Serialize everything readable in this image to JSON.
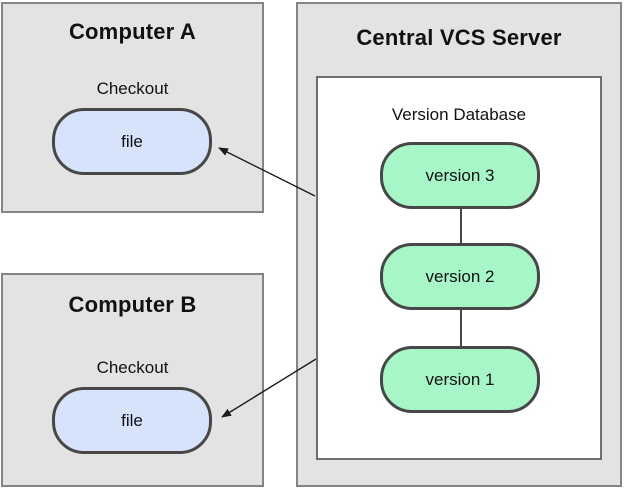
{
  "diagram": {
    "computer_a": {
      "title": "Computer A",
      "action_label": "Checkout",
      "file_label": "file"
    },
    "computer_b": {
      "title": "Computer B",
      "action_label": "Checkout",
      "file_label": "file"
    },
    "server": {
      "title": "Central VCS Server",
      "database_title": "Version Database",
      "versions": [
        "version 3",
        "version 2",
        "version 1"
      ]
    }
  },
  "colors": {
    "panel_fill": "#e3e3e3",
    "panel_border": "#858585",
    "db_fill": "#ffffff",
    "db_border": "#6f6f6f",
    "file_fill": "#d6e3fb",
    "version_fill": "#a6f6c8",
    "node_border": "#474747",
    "arrow": "#1c1c1c",
    "text": "#111111"
  }
}
